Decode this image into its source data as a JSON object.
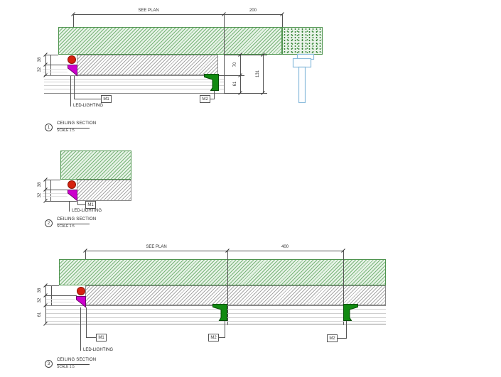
{
  "drawing_type": "ceiling-section-details",
  "palette": {
    "hatch_green_line": "#3e943e",
    "hatch_green_bg": "#e6f2e6",
    "hatch_gray_line": "#919191",
    "trim_green": "#118a11",
    "led_red": "#d6210f",
    "led_magenta": "#cc00cc",
    "fixture_blue": "#8bbcdc",
    "dim_line": "#555555"
  },
  "sections": [
    {
      "detail_number": "1",
      "title": "CEILING SECTION",
      "scale_note": "SCALE 1:5",
      "dim_top_span": "SEE PLAN",
      "dim_top_offset": "200",
      "dim_left": [
        "38",
        "32"
      ],
      "dim_right": [
        "70",
        "61",
        "131"
      ],
      "tags": {
        "m1": "M1",
        "m2": "M2"
      },
      "led_label": "LED-LIGHTING"
    },
    {
      "detail_number": "2",
      "title": "CEILING SECTION",
      "scale_note": "SCALE 1:5",
      "dim_left": [
        "38",
        "32"
      ],
      "tags": {
        "m1": "M1"
      },
      "led_label": "LED-LIGHTING"
    },
    {
      "detail_number": "3",
      "title": "CEILING SECTION",
      "scale_note": "SCALE 1:5",
      "dim_top_span": "SEE PLAN",
      "dim_top_offset": "400",
      "dim_left": [
        "38",
        "32",
        "61"
      ],
      "tags": {
        "m1": "M1",
        "m2": "M2",
        "m3": "M2"
      },
      "led_label": "LED-LIGHTING"
    }
  ]
}
